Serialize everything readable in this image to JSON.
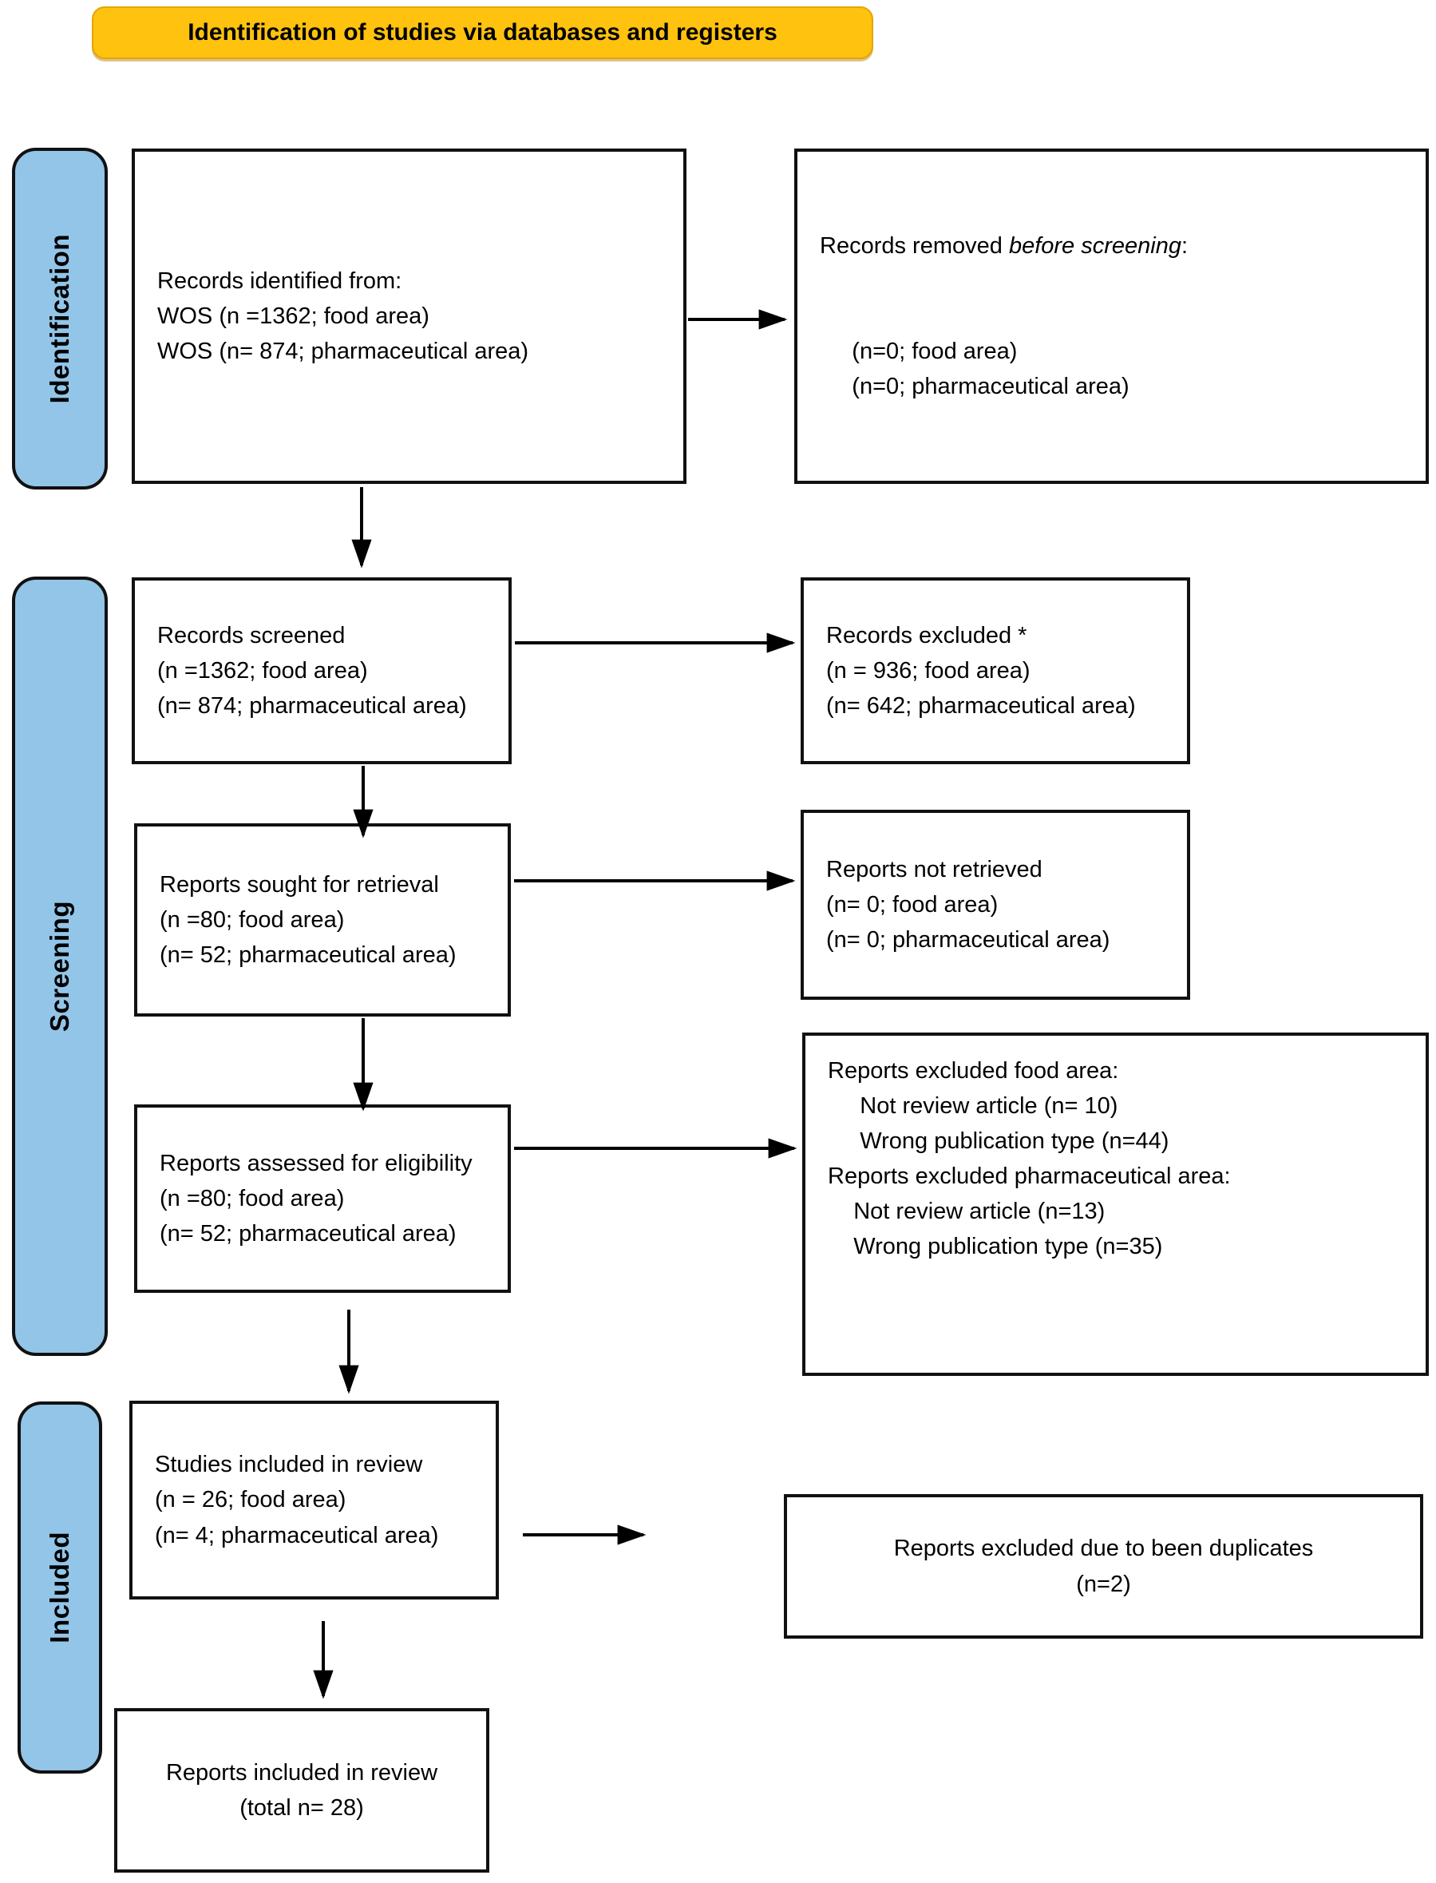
{
  "banner": {
    "title": "Identification of studies via databases and registers"
  },
  "stage_labels": {
    "identification": "Identification",
    "screening": "Screening",
    "included": "Included"
  },
  "boxes": {
    "records_identified": {
      "lines": [
        "Records identified from:",
        "WOS (n =1362; food area)",
        "WOS (n= 874; pharmaceutical area)"
      ]
    },
    "records_removed": {
      "line1_normal": "Records removed ",
      "line1_italic": "before screening",
      "line1_end": ":",
      "lines": [
        "     (n=0; food area)",
        "     (n=0; pharmaceutical area)"
      ]
    },
    "records_screened": {
      "lines": [
        "Records screened",
        "(n =1362; food area)",
        "(n= 874; pharmaceutical area)"
      ]
    },
    "records_excluded": {
      "lines": [
        "Records excluded *",
        "(n = 936; food area)",
        "(n= 642; pharmaceutical area)"
      ]
    },
    "reports_sought": {
      "lines": [
        "Reports sought for retrieval",
        "(n =80; food area)",
        "(n= 52; pharmaceutical area)"
      ]
    },
    "reports_not_retrieved": {
      "lines": [
        "Reports not retrieved",
        "(n= 0; food area)",
        "(n= 0; pharmaceutical area)"
      ]
    },
    "reports_assessed": {
      "lines": [
        "Reports assessed for eligibility",
        "(n =80; food area)",
        "(n= 52; pharmaceutical area)"
      ]
    },
    "reports_excluded_detail": {
      "lines": [
        "Reports excluded food area:",
        "     Not review article (n= 10)",
        "     Wrong publication type (n=44)",
        "Reports excluded pharmaceutical area:",
        "    Not review article (n=13)",
        "    Wrong publication type (n=35)"
      ]
    },
    "studies_included": {
      "lines": [
        "Studies included in review",
        "(n = 26; food area)",
        "(n= 4; pharmaceutical area)"
      ]
    },
    "duplicates_excluded": {
      "lines": [
        "Reports excluded due to been duplicates",
        "(n=2)"
      ]
    },
    "reports_included": {
      "lines": [
        "Reports included in review",
        "(total n= 28)"
      ]
    }
  },
  "colors": {
    "banner_bg": "#FFC20E",
    "stage_bg": "#92C5E8",
    "arrow": "#000000"
  }
}
